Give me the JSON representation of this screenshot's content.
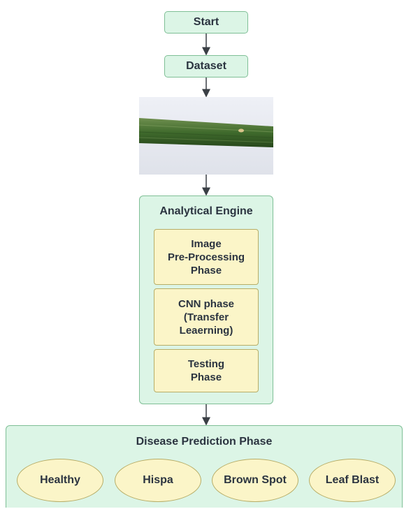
{
  "start": {
    "label": "Start"
  },
  "dataset": {
    "label": "Dataset"
  },
  "engine": {
    "title": "Analytical Engine",
    "steps": [
      {
        "line1": "Image",
        "line2": "Pre-Processing",
        "line3": "Phase"
      },
      {
        "line1": "CNN phase",
        "line2": "(Transfer",
        "line3": "Leaerning)"
      },
      {
        "line1": "Testing",
        "line2": "Phase"
      }
    ]
  },
  "prediction": {
    "title": "Disease Prediction Phase",
    "classes": [
      "Healthy",
      "Hispa",
      "Brown Spot",
      "Leaf Blast"
    ]
  },
  "colors": {
    "node_fill": "#dcf5e6",
    "node_border": "#7fbf96",
    "step_fill": "#fbf5c8",
    "step_border": "#b7ad67"
  }
}
